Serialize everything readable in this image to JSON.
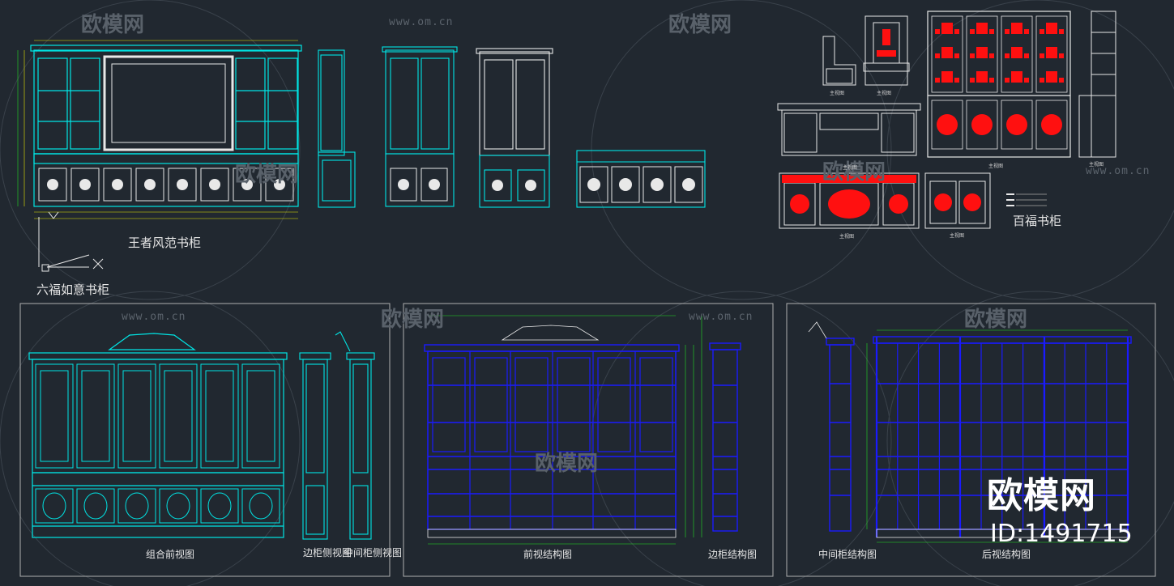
{
  "labels": {
    "wangzhe": "王者风范书柜",
    "liufu": "六福如意书柜",
    "baifu": "百福书柜",
    "combined_front": "组合前视图",
    "side_cabinet_side": "边柜侧视图",
    "middle_cabinet_side": "中间柜侧视图",
    "front_structure": "前视结构图",
    "side_cabinet_structure": "边柜结构图",
    "middle_cabinet_structure": "中间柜结构图",
    "rear_structure": "后视结构图",
    "view_caption": "主视图"
  },
  "watermark": {
    "url": "www.om.cn",
    "brand": "欧模网",
    "big_brand": "欧模网",
    "id": "ID:1491715"
  },
  "colors": {
    "background": "#212830",
    "cyan": "#00e5e5",
    "blue": "#1a1aff",
    "white": "#e8e8e8",
    "red": "#ff1010",
    "green": "#22dd22",
    "yellow": "#e8e800",
    "frame": "#b0b0b0"
  }
}
